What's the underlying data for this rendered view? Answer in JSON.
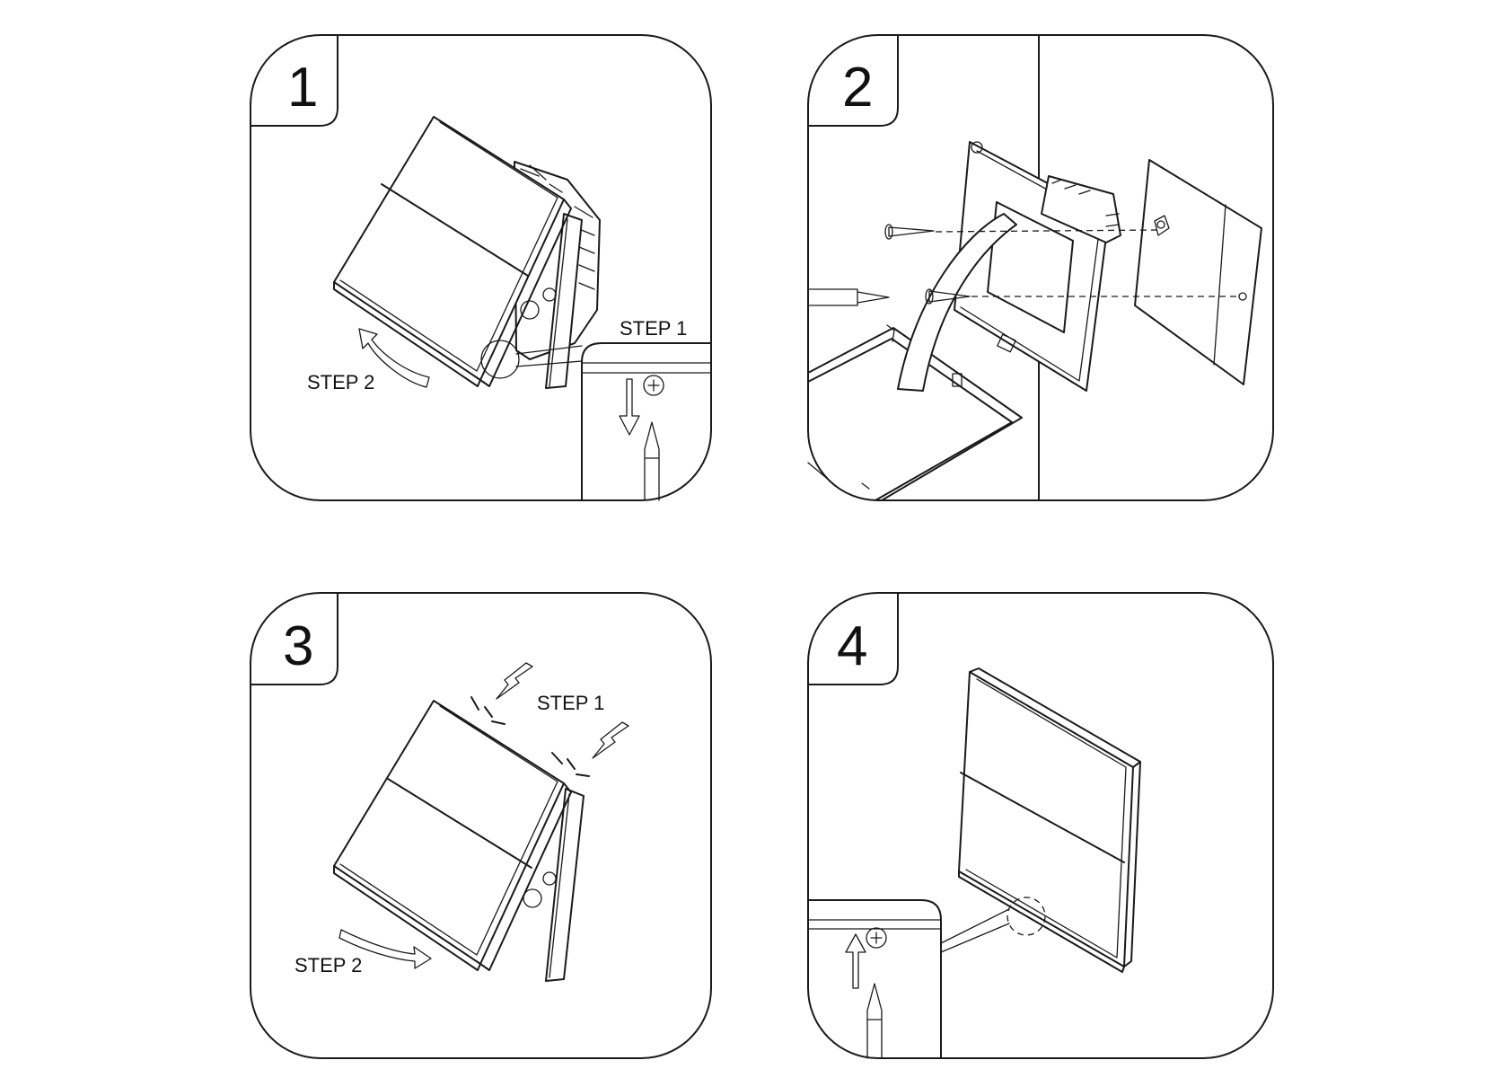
{
  "panels": [
    {
      "number": "1",
      "labels": {
        "step1": "STEP 1",
        "step2": "STEP 2"
      }
    },
    {
      "number": "2"
    },
    {
      "number": "3",
      "labels": {
        "step1": "STEP 1",
        "step2": "STEP 2"
      }
    },
    {
      "number": "4"
    }
  ],
  "colors": {
    "line": "#1a1a1a",
    "background": "#ffffff"
  }
}
